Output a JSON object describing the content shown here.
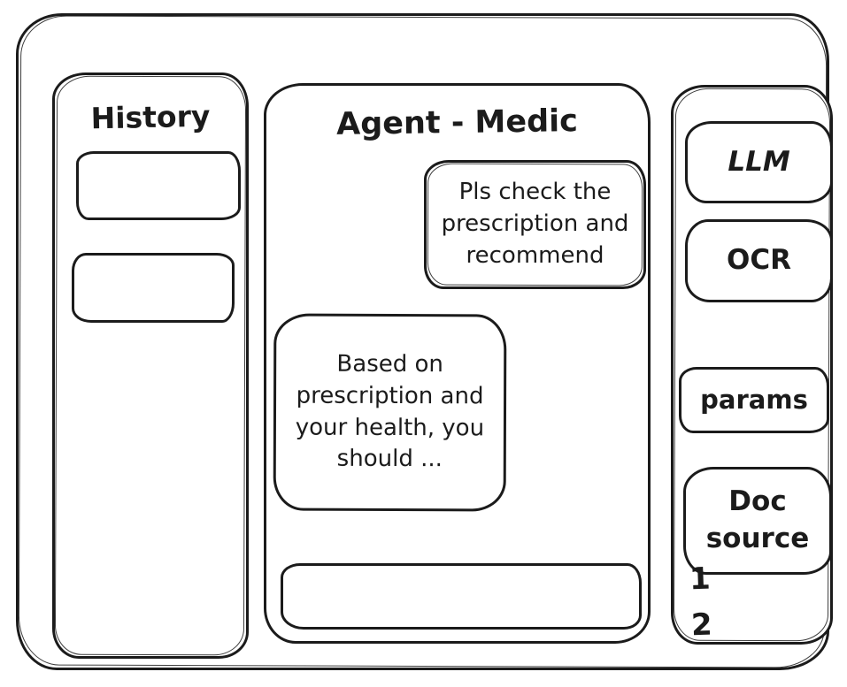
{
  "window": {
    "background": "#ffffff",
    "ink_color": "#1b1b1b"
  },
  "history": {
    "title": "History",
    "items": [
      {
        "label": ""
      },
      {
        "label": ""
      }
    ]
  },
  "chat": {
    "title": "Agent - Medic",
    "messages": [
      {
        "role": "user",
        "align": "right",
        "text": "Pls check the prescription and recommend"
      },
      {
        "role": "assistant",
        "align": "left",
        "text": "Based on prescription and your health, you should ..."
      }
    ],
    "input": {
      "value": "",
      "placeholder": ""
    }
  },
  "tools": {
    "buttons": [
      {
        "label": "LLM"
      },
      {
        "label": "OCR"
      },
      {
        "label": "params"
      },
      {
        "label": "Doc source"
      }
    ],
    "doc_items": [
      "1",
      "2"
    ]
  }
}
